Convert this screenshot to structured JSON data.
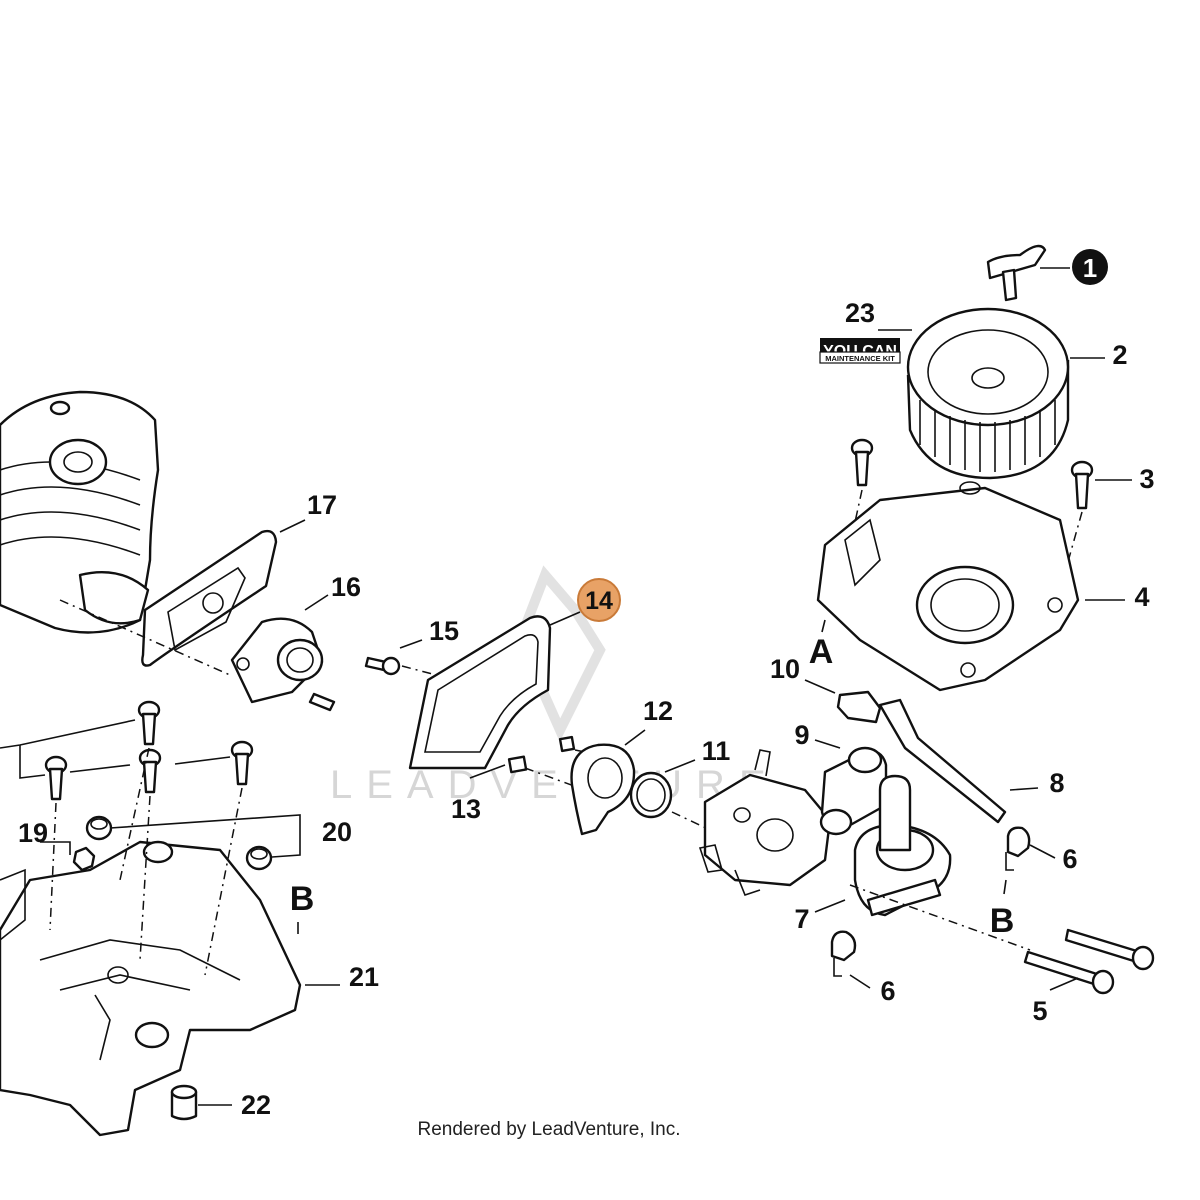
{
  "callouts": {
    "c1": "1",
    "c2": "2",
    "c3": "3",
    "c4": "4",
    "c5": "5",
    "c6a": "6",
    "c6b": "6",
    "c7": "7",
    "c8": "8",
    "c9": "9",
    "c10": "10",
    "c11": "11",
    "c12": "12",
    "c13": "13",
    "c14": "14",
    "c15": "15",
    "c16": "16",
    "c17": "17",
    "c19": "19",
    "c20": "20",
    "c21": "21",
    "c22": "22",
    "c23": "23"
  },
  "refs": {
    "a": "A",
    "b_left": "B",
    "b_right": "B"
  },
  "kit_badge": {
    "line1": "YOU CAN",
    "line2": "MAINTENANCE KIT"
  },
  "watermark": "LEADVENTURE",
  "footer": "Rendered by LeadVenture, Inc.",
  "colors": {
    "highlight": "#e8a266",
    "line": "#111111"
  }
}
